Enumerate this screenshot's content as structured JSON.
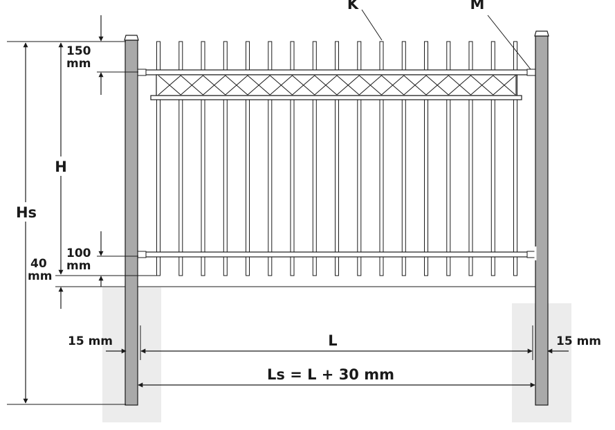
{
  "labels": {
    "k": "K",
    "m": "M",
    "h": "H",
    "hs": "Hs",
    "l": "L",
    "ls": "Ls = L + 30 mm",
    "top_gap_value": "150",
    "top_gap_unit": "mm",
    "bottom_gap_value": "100",
    "bottom_gap_unit": "mm",
    "ground_gap_value": "40",
    "ground_gap_unit": "mm",
    "left_clearance": "15 mm",
    "right_clearance": "15 mm"
  },
  "fence": {
    "picket_count": 17,
    "x_panel_count": 16
  },
  "colors": {
    "post_fill": "#a9a9a9",
    "footing_fill": "#ececec",
    "line": "#1a1a1a"
  }
}
